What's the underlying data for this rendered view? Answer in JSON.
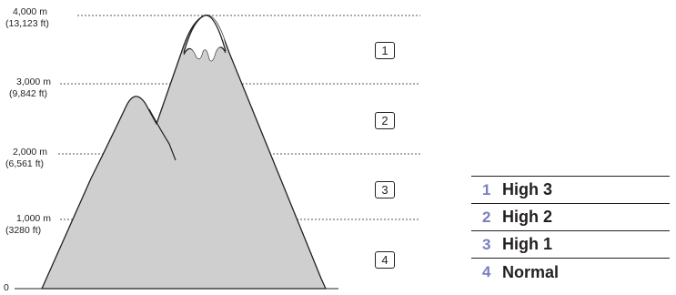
{
  "altitude_labels": [
    {
      "meters": "4,000 m",
      "feet": "(13,123 ft)"
    },
    {
      "meters": "3,000 m",
      "feet": "(9,842 ft)"
    },
    {
      "meters": "2,000 m",
      "feet": "(6,561 ft)"
    },
    {
      "meters": "1,000 m",
      "feet": "(3280 ft)"
    },
    {
      "meters": "0",
      "feet": ""
    }
  ],
  "zones": [
    "1",
    "2",
    "3",
    "4"
  ],
  "legend": [
    {
      "num": "1",
      "label": "High 3"
    },
    {
      "num": "2",
      "label": "High 2"
    },
    {
      "num": "3",
      "label": "High 1"
    },
    {
      "num": "4",
      "label": "Normal"
    }
  ],
  "colors": {
    "mountain_fill": "#cfcfd0",
    "line": "#231f20",
    "legend_number": "#7a7fbf"
  }
}
